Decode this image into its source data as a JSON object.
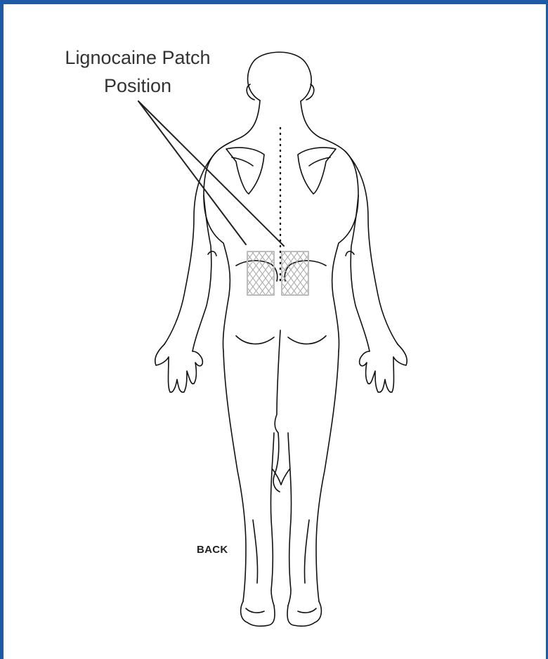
{
  "callout": {
    "line1": "Lignocaine Patch",
    "line2": "Position"
  },
  "view_label": "BACK",
  "colors": {
    "frame": "#1f5aa6",
    "outline": "#111111",
    "patch": "#bdbdbd",
    "text": "#333333"
  }
}
